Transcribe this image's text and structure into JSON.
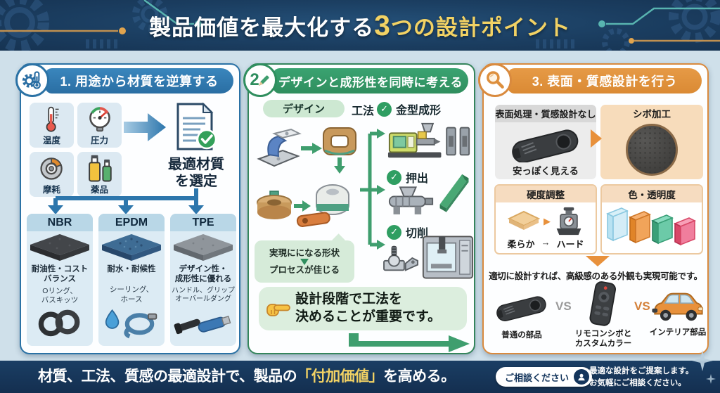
{
  "colors": {
    "accent_yellow": "#f2d264",
    "panel1_blue": "#2f7cb2",
    "panel2_green": "#2f8e5e",
    "panel3_orange": "#da8a34",
    "navy": "#1b3e61",
    "content_bg": "#cfe0ea"
  },
  "icons": {
    "panel1_badge": "gear-thermometer-icon",
    "panel2_badge": "pencil-icon",
    "panel3_badge": "magnifier-icon",
    "button": "person-icon"
  },
  "title": {
    "main": "製品価値を最大化する",
    "accent": "3つの設計ポイント"
  },
  "panel1": {
    "header": "1. 用途から材質を逆算する",
    "conditions": [
      {
        "label": "温度",
        "icon": "thermometer-icon"
      },
      {
        "label": "圧力",
        "icon": "pressure-gauge-icon"
      },
      {
        "label": "摩耗",
        "icon": "abrasion-disc-icon"
      },
      {
        "label": "薬品",
        "icon": "chemical-bottles-icon"
      }
    ],
    "result": "最適材質\nを選定",
    "materials": [
      {
        "name": "NBR",
        "trait": "耐油性・コスト\nバランス",
        "uses": "Oリング、\nバスキッツ"
      },
      {
        "name": "EPDM",
        "trait": "耐水・耐候性",
        "uses": "シーリング、\nホース"
      },
      {
        "name": "TPE",
        "trait": "デザイン性・\n成形性に優れる",
        "uses": "ハンドル、グリップ\nオーバールダング"
      }
    ]
  },
  "panel2": {
    "number": "2",
    "header": "デザインと成形性を同時に考える",
    "design_label": "デザイン",
    "method_label": "工法",
    "methods": [
      {
        "label": "金型成形"
      },
      {
        "label": "押出"
      },
      {
        "label": "切削"
      }
    ],
    "bubble": {
      "line1": "実現にになる形状",
      "line2": "プロセスが佳じる"
    },
    "callout": "設計段階で工法を\n決めることが重要です。"
  },
  "panel3": {
    "header": "3. 表面・質感設計を行う",
    "card_no_finish": {
      "title": "表面処理・質感設計なし",
      "caption": "安っぽく見える"
    },
    "card_texture": {
      "title": "シボ加工"
    },
    "card_hardness": {
      "title": "硬度調整",
      "soft": "柔らか",
      "arrow": "→",
      "hard": "ハード"
    },
    "card_color": {
      "title": "色・透明度"
    },
    "note": "適切に設計すれば、高級感のある外観も実現可能です。",
    "vs": "VS",
    "comparisons": [
      {
        "label": "普通の部品"
      },
      {
        "label": "リモコンシボと\nカスタムカラー"
      },
      {
        "label": "インテリア部品"
      }
    ]
  },
  "footer": {
    "statement_pre": "材質、工法、質感の最適設計で、製品の",
    "statement_accent": "「付加価値」",
    "statement_post": "を高める。",
    "button_label": "ご相談ください",
    "note": "最適な設計をご提案します。\nお気軽にご相談ください。"
  }
}
